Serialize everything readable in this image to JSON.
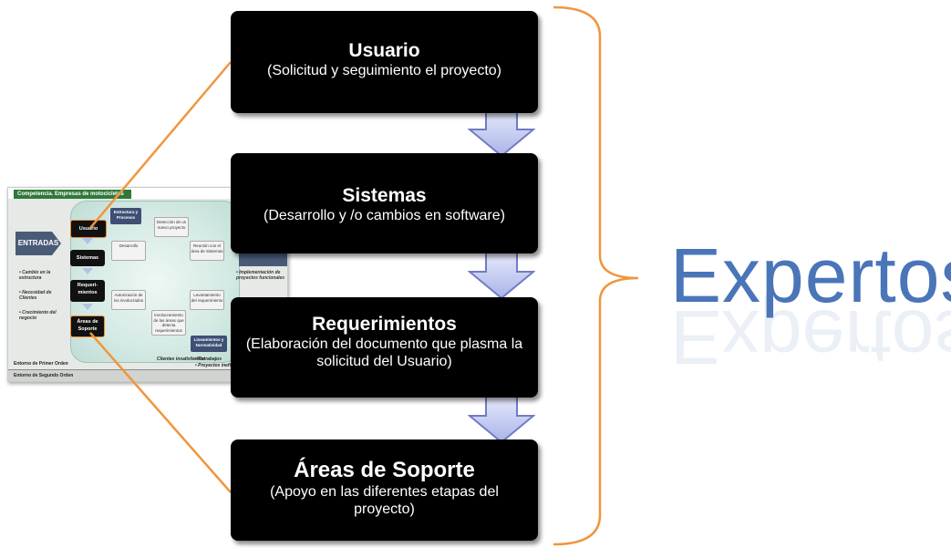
{
  "thumbnail": {
    "title": "Competencia.  Empresas de motocicletas",
    "entradas": "ENTRADAS",
    "left_bullets": [
      "• Cambio en la estructura",
      "• Necesidad de Clientes",
      "• Crecimiento del negocio"
    ],
    "stages": [
      "Usuario",
      "Sistemas",
      "Requeri-mientos",
      "Áreas de Soporte"
    ],
    "cycle_boxes": [
      "Estructura y Procesos",
      "Detección de un nuevo proyecto",
      "Desarrollo",
      "Reunión con el área de Sistemas",
      "Autorización de los involucrados",
      "Levantamiento del requerimiento",
      "Involucramiento de las áreas que detecta requerimientos",
      "Lineamientos y Normatividad"
    ],
    "right_bullets": [
      "• Implementación de proyectos funcionales"
    ],
    "bottom_items": [
      "Clientes insatisfechos",
      "• Retrabajos",
      "• Proyectos inefi"
    ],
    "inner_footer": "Entorno de Primer Orden",
    "outer_footer": "Entorno de Segundo Orden"
  },
  "steps": [
    {
      "title": "Usuario",
      "description": "(Solicitud  y seguimiento  el proyecto)"
    },
    {
      "title": "Sistemas",
      "description": "(Desarrollo y /o cambios en software)"
    },
    {
      "title": "Requerimientos",
      "description": "(Elaboración del documento que plasma la solicitud del Usuario)"
    },
    {
      "title": "Áreas de Soporte",
      "description": "(Apoyo en las diferentes etapas del proyecto)"
    }
  ],
  "group_label": "Expertos",
  "colors": {
    "box": "#000000",
    "arrow_fill": "#c9cff3",
    "arrow_stroke": "#6f7cc4",
    "connector": "#f0963c",
    "brace": "#f0963c",
    "label": "#4a75b8"
  }
}
